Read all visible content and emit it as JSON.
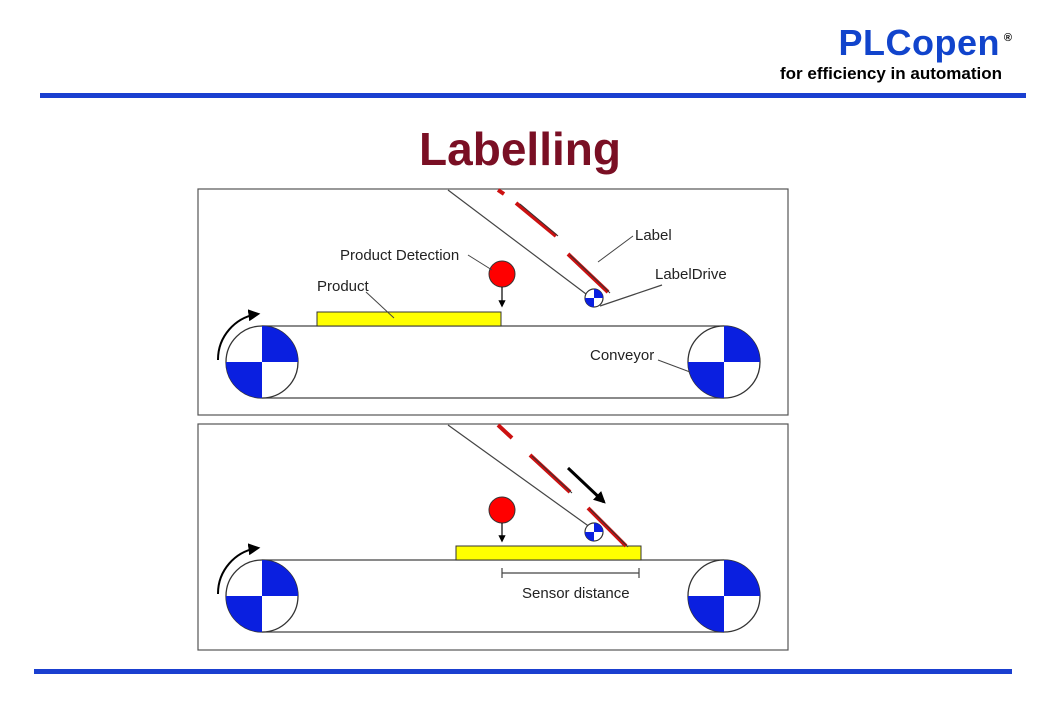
{
  "header": {
    "brand_name": "PLCopen",
    "brand_registered": "®",
    "tagline": "for efficiency in automation"
  },
  "title": "Labelling",
  "diagram_top": {
    "labels": {
      "label": "Label",
      "label_drive": "LabelDrive",
      "product_detection": "Product Detection",
      "product": "Product",
      "conveyor": "Conveyor"
    }
  },
  "diagram_bottom": {
    "labels": {
      "sensor_distance": "Sensor distance"
    }
  },
  "colors": {
    "brand_blue": "#1144cc",
    "title_red": "#7a0f24",
    "wheel_blue": "#0a1fe0",
    "label_red": "#cc1111",
    "product_yellow": "#ffff00",
    "sensor_red": "#ff0000"
  }
}
